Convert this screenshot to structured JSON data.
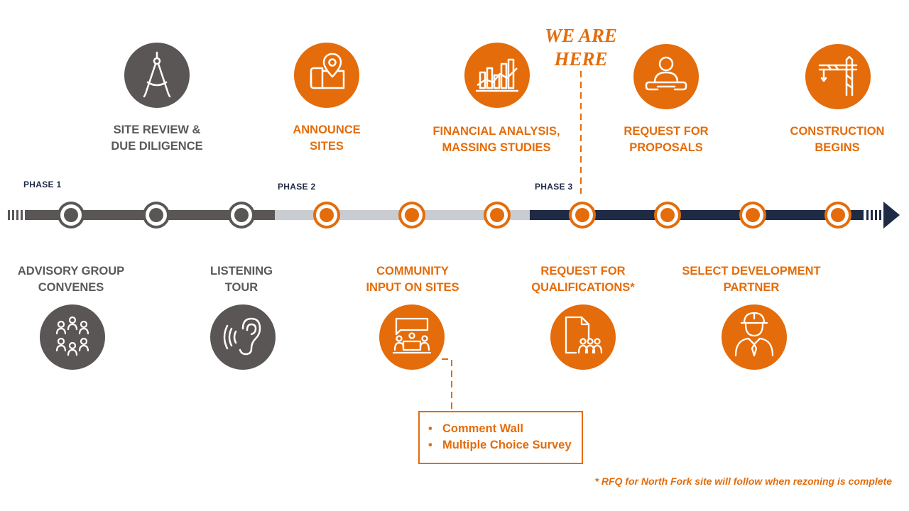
{
  "we_are_here": [
    "WE ARE",
    "HERE"
  ],
  "phases": [
    "PHASE 1",
    "PHASE 2",
    "PHASE 3"
  ],
  "top_steps": [
    {
      "lines": [
        "SITE REVIEW &",
        "DUE DILIGENCE"
      ],
      "icon": "drafting-compass-icon",
      "color": "gray"
    },
    {
      "lines": [
        "ANNOUNCE",
        "SITES"
      ],
      "icon": "map-pin-icon",
      "color": "orange"
    },
    {
      "lines": [
        "FINANCIAL ANALYSIS,",
        "MASSING STUDIES"
      ],
      "icon": "analytics-chart-icon",
      "color": "orange"
    },
    {
      "lines": [
        "REQUEST FOR",
        "PROPOSALS"
      ],
      "icon": "person-at-desk-icon",
      "color": "orange"
    },
    {
      "lines": [
        "CONSTRUCTION",
        "BEGINS"
      ],
      "icon": "crane-icon",
      "color": "orange"
    }
  ],
  "bottom_steps": [
    {
      "lines": [
        "ADVISORY GROUP",
        "CONVENES"
      ],
      "icon": "group-people-icon",
      "color": "gray"
    },
    {
      "lines": [
        "LISTENING",
        "TOUR"
      ],
      "icon": "ear-icon",
      "color": "gray"
    },
    {
      "lines": [
        "COMMUNITY",
        "INPUT ON SITES"
      ],
      "icon": "meeting-icon",
      "color": "orange"
    },
    {
      "lines": [
        "REQUEST FOR",
        "QUALIFICATIONS*"
      ],
      "icon": "document-team-icon",
      "color": "orange"
    },
    {
      "lines": [
        "SELECT DEVELOPMENT",
        "PARTNER"
      ],
      "icon": "hard-hat-worker-icon",
      "color": "orange"
    }
  ],
  "callout_items": [
    "Comment Wall",
    "Multiple Choice Survey"
  ],
  "footnote": "* RFQ for North Fork site will follow when rezoning is complete",
  "colors": {
    "orange": "#e46c0a",
    "gray": "#595959",
    "navy": "#1f2a44",
    "light_gray": "#c9ccd1",
    "dark_gray": "#5a5656"
  }
}
